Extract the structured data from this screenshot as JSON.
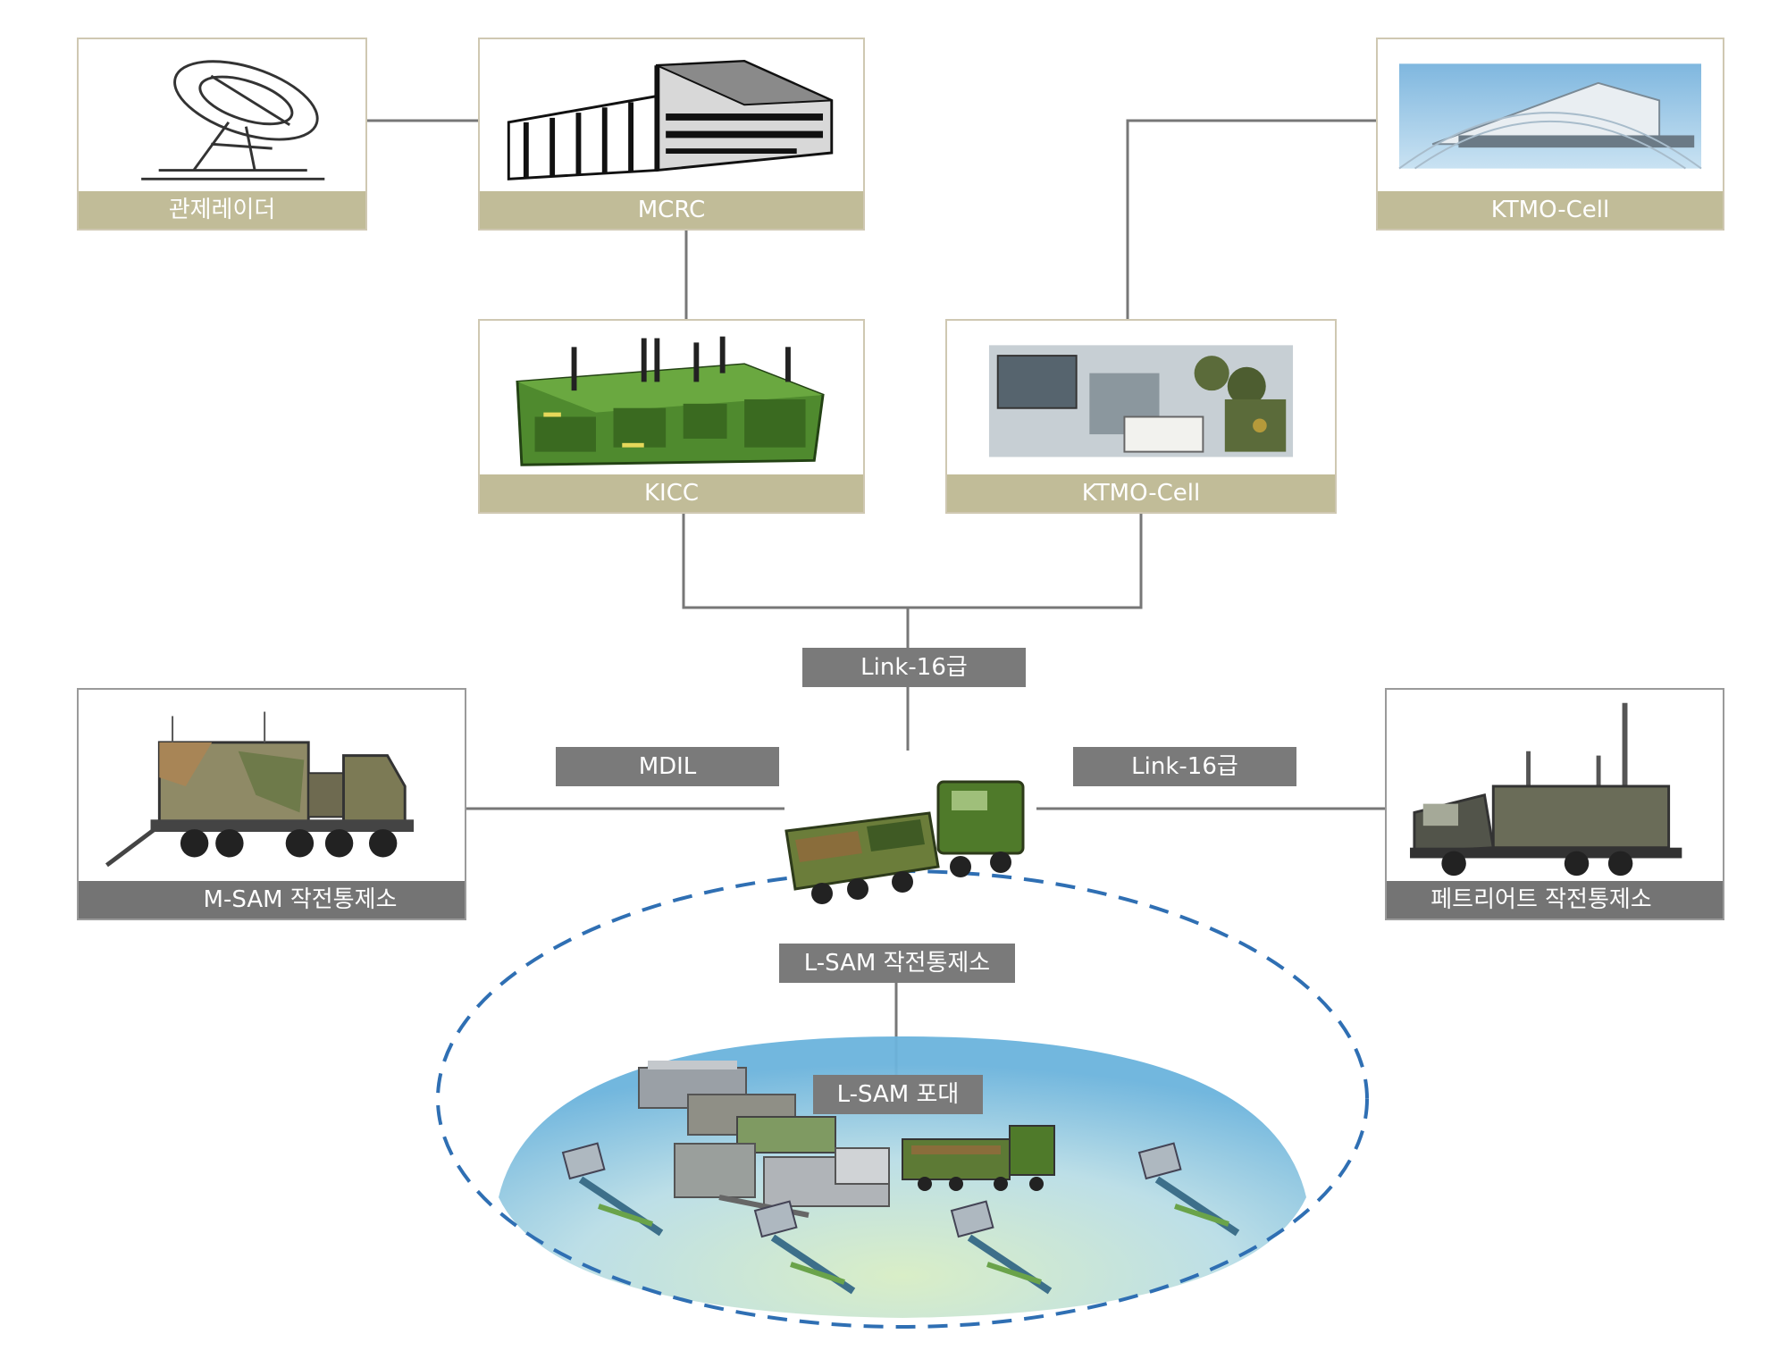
{
  "nodes": {
    "control_radar": {
      "label": "관제레이더"
    },
    "mcrc": {
      "label": "MCRC"
    },
    "ktmo_cell_top": {
      "label": "KTMO-Cell"
    },
    "kicc": {
      "label": "KICC"
    },
    "ktmo_cell_mid": {
      "label": "KTMO-Cell"
    },
    "msam_center": {
      "label": "M-SAM 작전통제소"
    },
    "patriot_center": {
      "label": "페트리어트 작전통제소"
    }
  },
  "links": {
    "link16_center": "Link-16급",
    "mdil": "MDIL",
    "link16_right": "Link-16급"
  },
  "lsam": {
    "center_label": "L-SAM 작전통제소",
    "battery_label": "L-SAM 포대"
  },
  "colors": {
    "caption_tan": "#c1bc98",
    "caption_gray": "#747474",
    "tag_gray": "#7a7a7a",
    "line": "#777777",
    "dashed_boundary": "#2f6fb3",
    "military_green": "#4f7a2a"
  }
}
